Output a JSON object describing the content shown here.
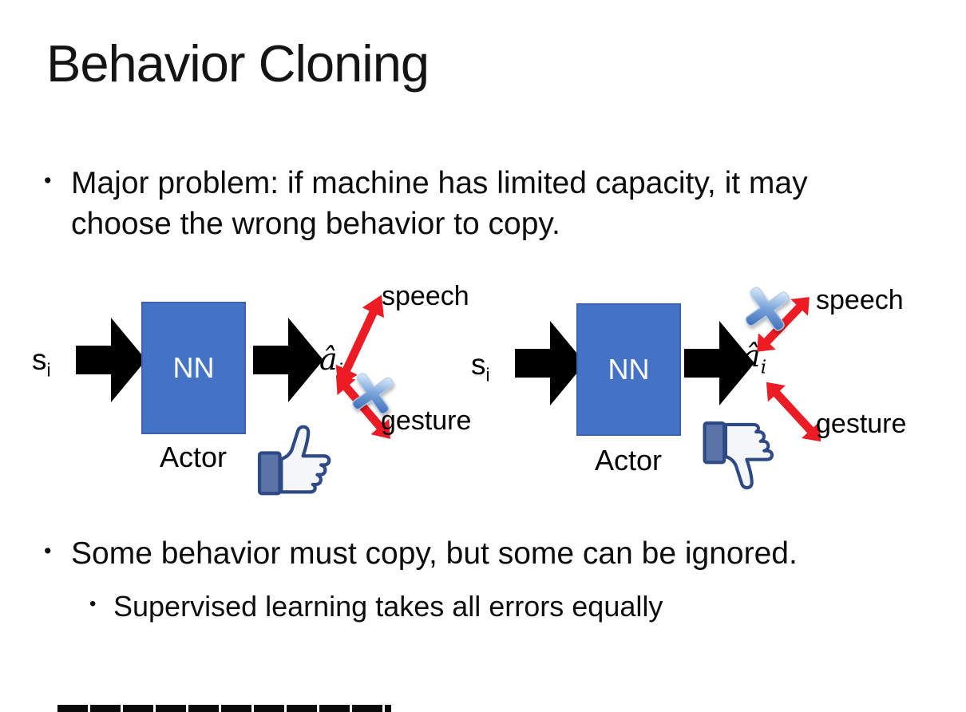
{
  "title": "Behavior Cloning",
  "bullets": {
    "marker": "•",
    "major_problem": "Major problem: if machine has limited capacity, it may choose the wrong behavior to copy.",
    "some_behavior": "Some behavior must copy, but some can be ignored.",
    "supervised": "Supervised learning takes all errors equally"
  },
  "diagram_left": {
    "state_base": "s",
    "state_sub": "i",
    "nn_label": "NN",
    "actor_label": "Actor",
    "action_base": "â",
    "action_sub": "i",
    "speech_label": "speech",
    "gesture_label": "gesture",
    "crossed_out_action": "gesture",
    "feedback_icon": "thumbs-up-icon"
  },
  "diagram_right": {
    "state_base": "s",
    "state_sub": "i",
    "nn_label": "NN",
    "actor_label": "Actor",
    "action_base": "â",
    "action_sub": "i",
    "speech_label": "speech",
    "gesture_label": "gesture",
    "crossed_out_action": "speech",
    "feedback_icon": "thumbs-down-icon"
  },
  "colors": {
    "nn_box_blue": "#4472C4",
    "arrow_black": "#000000",
    "double_arrow_red": "#EC1C24",
    "cross_blue": "#3E6FB8",
    "thumb_outline_navy": "#2E4A86",
    "thumb_cuff_blue": "#5B74A8"
  }
}
